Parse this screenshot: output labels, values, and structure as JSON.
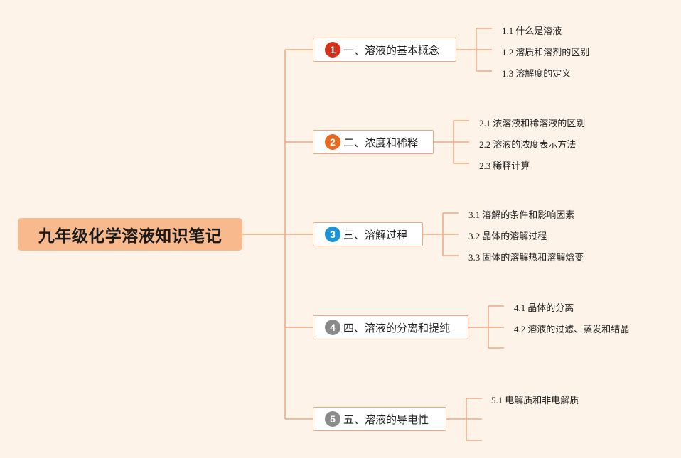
{
  "root": {
    "title": "九年级化学溶液知识笔记"
  },
  "colors": {
    "background": "#fdf3e9",
    "root_fill": "#f8b98d",
    "connector": "#f0a882"
  },
  "branches": [
    {
      "badge": "1",
      "badge_color": "#d6301a",
      "label": "一、溶液的基本概念",
      "leaves": [
        {
          "num": "1.1",
          "text": "什么是溶液"
        },
        {
          "num": "1.2",
          "text": "溶质和溶剂的区别"
        },
        {
          "num": "1.3",
          "text": "溶解度的定义"
        }
      ]
    },
    {
      "badge": "2",
      "badge_color": "#e8681f",
      "label": "二、浓度和稀释",
      "leaves": [
        {
          "num": "2.1",
          "text": "浓溶液和稀溶液的区别"
        },
        {
          "num": "2.2",
          "text": "溶液的浓度表示方法"
        },
        {
          "num": "2.3",
          "text": "稀释计算"
        }
      ]
    },
    {
      "badge": "3",
      "badge_color": "#1e93d6",
      "label": "三、溶解过程",
      "leaves": [
        {
          "num": "3.1",
          "text": "溶解的条件和影响因素"
        },
        {
          "num": "3.2",
          "text": "晶体的溶解过程"
        },
        {
          "num": "3.3",
          "text": "固体的溶解热和溶解焓变"
        }
      ]
    },
    {
      "badge": "4",
      "badge_color": "#8a8a8a",
      "label": "四、溶液的分离和提纯",
      "leaves": [
        {
          "num": "4.1",
          "text": "晶体的分离"
        },
        {
          "num": "4.2",
          "text": "溶液的过滤、蒸发和结晶"
        },
        {
          "num": "",
          "text": ""
        }
      ]
    },
    {
      "badge": "5",
      "badge_color": "#8a8a8a",
      "label": "五、溶液的导电性",
      "leaves": [
        {
          "num": "5.1",
          "text": "电解质和非电解质"
        },
        {
          "num": "",
          "text": ""
        },
        {
          "num": "",
          "text": ""
        }
      ]
    }
  ]
}
